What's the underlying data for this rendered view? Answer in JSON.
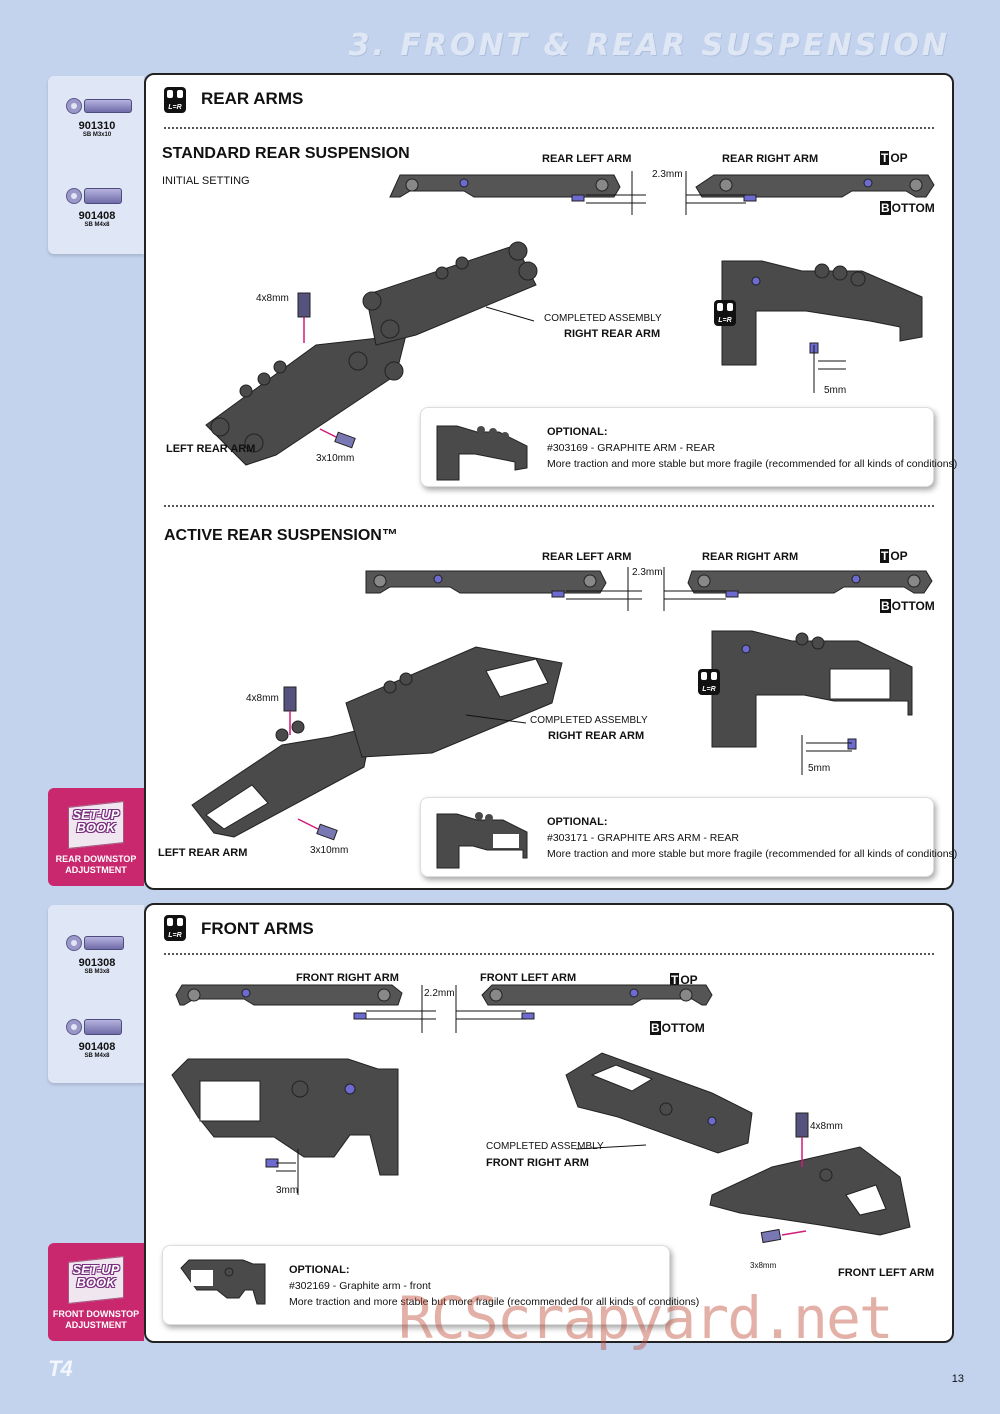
{
  "header": {
    "title": "3. FRONT & REAR SUSPENSION"
  },
  "footer": {
    "model": "T4",
    "page_number": "13",
    "watermark": "RCScrapyard.net"
  },
  "tab_rear": {
    "parts": [
      {
        "number": "901310",
        "desc": "SB M3x10"
      },
      {
        "number": "901408",
        "desc": "SB M4x8"
      }
    ]
  },
  "tab_front": {
    "parts": [
      {
        "number": "901308",
        "desc": "SB M3x8"
      },
      {
        "number": "901408",
        "desc": "SB M4x8"
      }
    ]
  },
  "setup_rear": {
    "book": "SET-UP BOOK",
    "caption": "REAR DOWNSTOP ADJUSTMENT"
  },
  "setup_front": {
    "book": "SET-UP BOOK",
    "caption": "FRONT DOWNSTOP ADJUSTMENT"
  },
  "lr_icon": "L=R",
  "rear": {
    "title": "REAR ARMS",
    "standard": {
      "title": "STANDARD REAR SUSPENSION",
      "subtitle": "INITIAL SETTING",
      "left_arm": "REAR LEFT ARM",
      "right_arm": "REAR RIGHT ARM",
      "gap": "2.3mm",
      "top": "TOP",
      "bottom": "BOTTOM",
      "screw_top": "4x8mm",
      "screw_bottom": "3x10mm",
      "completed": "COMPLETED ASSEMBLY",
      "completed_arm": "RIGHT REAR ARM",
      "left_label": "LEFT REAR ARM",
      "downstop": "5mm",
      "optional": {
        "heading": "OPTIONAL:",
        "part": "#303169 - GRAPHITE ARM - REAR",
        "desc": "More traction and more stable but more fragile (recommended for all kinds of conditions)"
      }
    },
    "active": {
      "title": "ACTIVE REAR SUSPENSION™",
      "left_arm": "REAR LEFT ARM",
      "right_arm": "REAR RIGHT ARM",
      "gap": "2.3mm",
      "top": "TOP",
      "bottom": "BOTTOM",
      "screw_top": "4x8mm",
      "screw_bottom": "3x10mm",
      "completed": "COMPLETED ASSEMBLY",
      "completed_arm": "RIGHT REAR ARM",
      "left_label": "LEFT REAR ARM",
      "downstop": "5mm",
      "optional": {
        "heading": "OPTIONAL:",
        "part": "#303171 - GRAPHITE ARS ARM - REAR",
        "desc": "More traction and more stable but more fragile (recommended for all kinds of conditions)"
      }
    }
  },
  "front": {
    "title": "FRONT ARMS",
    "right_arm": "FRONT RIGHT ARM",
    "left_arm": "FRONT LEFT ARM",
    "gap": "2.2mm",
    "top": "TOP",
    "bottom": "BOTTOM",
    "downstop": "3mm",
    "screw_top": "4x8mm",
    "screw_bottom": "3x8mm",
    "completed": "COMPLETED ASSEMBLY",
    "completed_arm": "FRONT RIGHT ARM",
    "left_label": "FRONT LEFT ARM",
    "optional": {
      "heading": "OPTIONAL:",
      "part": "#302169 - Graphite arm - front",
      "desc": "More traction and more stable but more fragile (recommended for all kinds of conditions)"
    }
  }
}
